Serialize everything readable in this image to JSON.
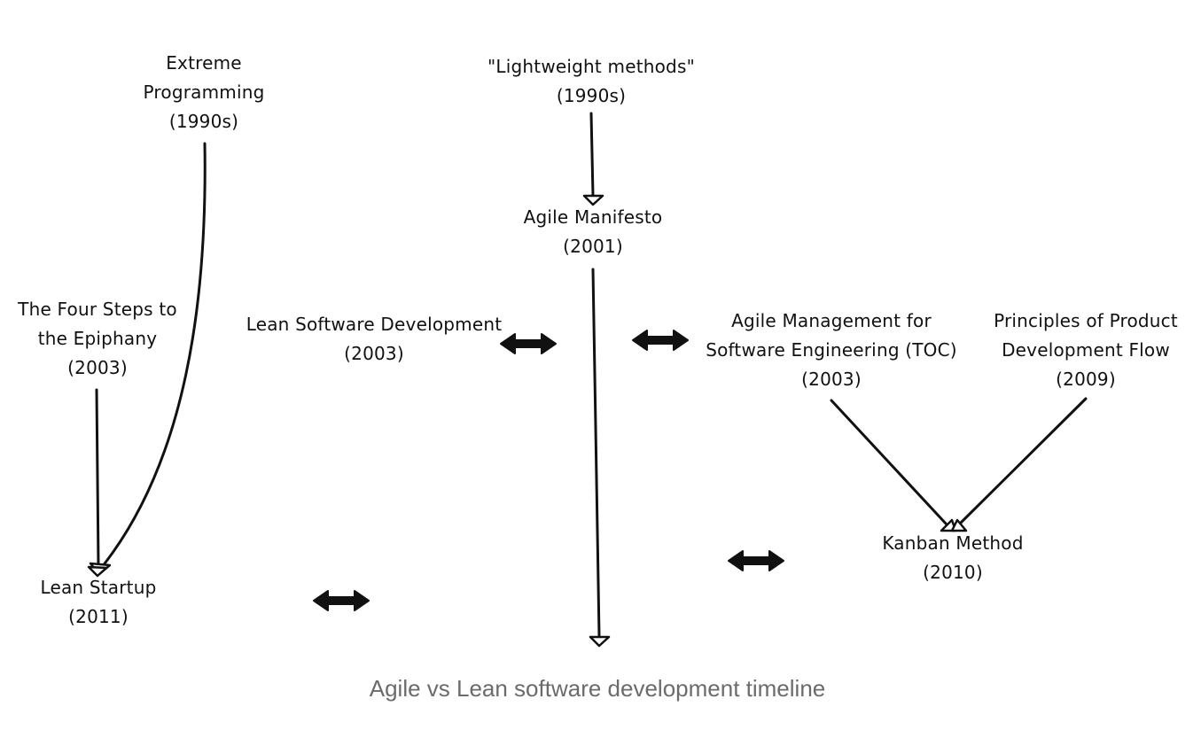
{
  "nodes": {
    "extreme_programming": {
      "line1": "Extreme",
      "line2": "Programming",
      "line3": "(1990s)"
    },
    "lightweight_methods": {
      "line1": "\"Lightweight methods\"",
      "line2": "(1990s)"
    },
    "agile_manifesto": {
      "line1": "Agile Manifesto",
      "line2": "(2001)"
    },
    "four_steps": {
      "line1": "The Four Steps to",
      "line2": "the Epiphany",
      "line3": "(2003)"
    },
    "lean_software_development": {
      "line1": "Lean Software Development",
      "line2": "(2003)"
    },
    "agile_management": {
      "line1": "Agile Management for",
      "line2": "Software Engineering (TOC)",
      "line3": "(2003)"
    },
    "principles_flow": {
      "line1": "Principles of Product",
      "line2": "Development Flow",
      "line3": "(2009)"
    },
    "kanban_method": {
      "line1": "Kanban Method",
      "line2": "(2010)"
    },
    "lean_startup": {
      "line1": "Lean Startup",
      "line2": "(2011)"
    }
  },
  "caption": "Agile vs Lean software development timeline",
  "colors": {
    "stroke": "#111111",
    "caption": "#6b6b6b",
    "background": "#ffffff"
  }
}
